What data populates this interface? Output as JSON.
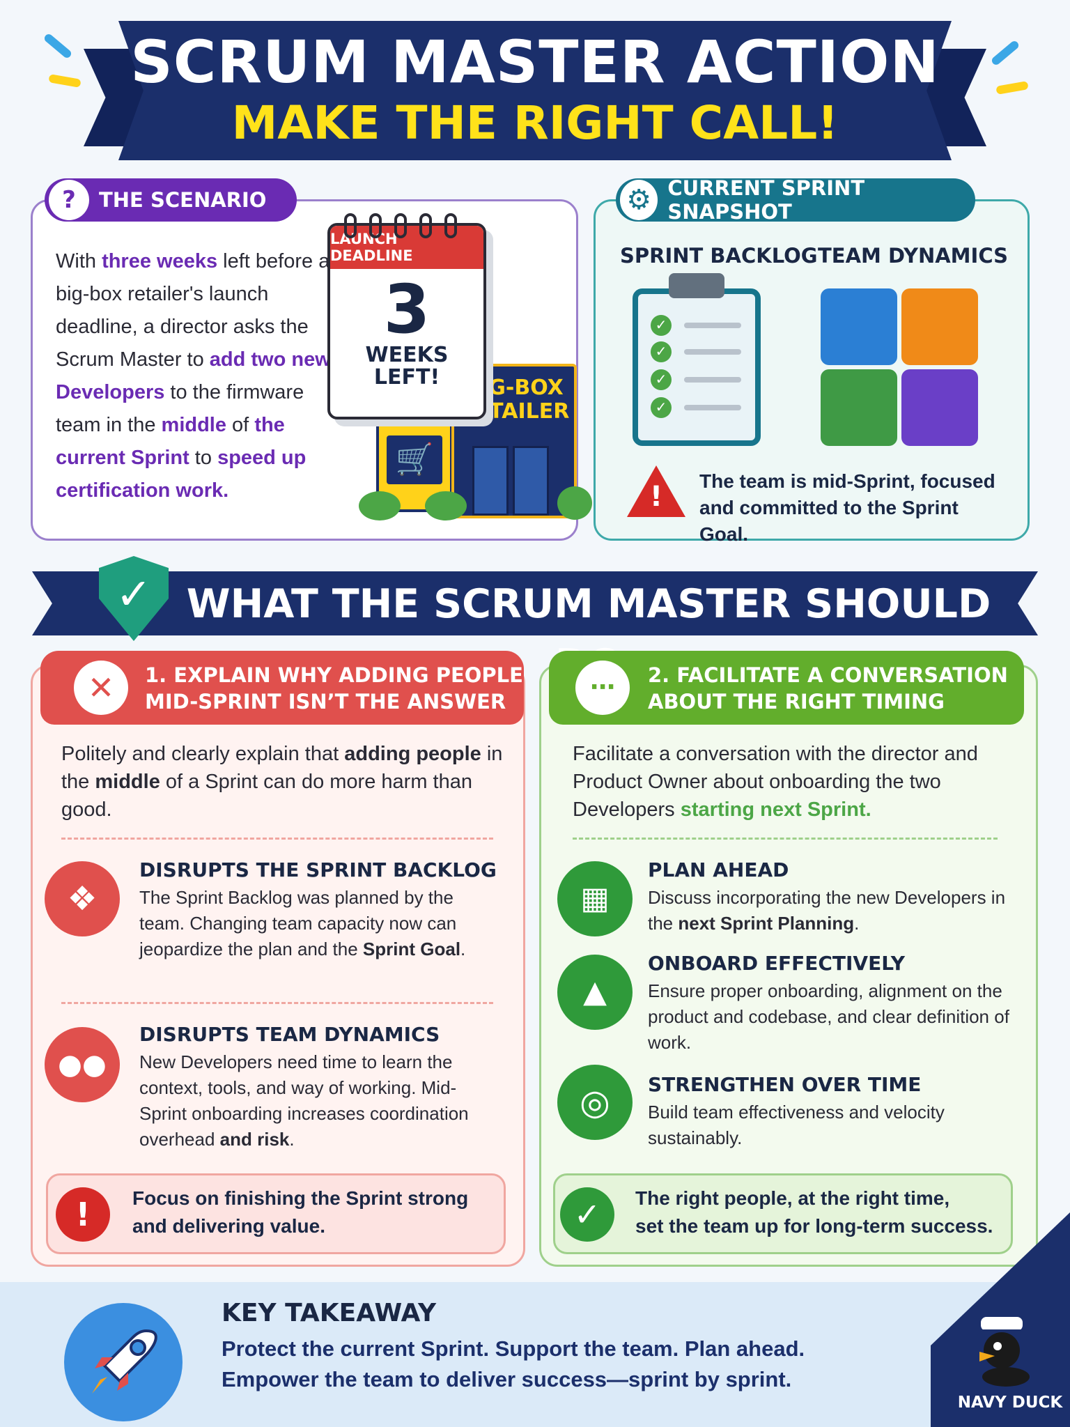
{
  "header": {
    "title": "SCRUM MASTER ACTION",
    "subtitle": "MAKE THE RIGHT CALL!"
  },
  "scenario": {
    "label": "THE SCENARIO",
    "icon": "question-icon",
    "text_parts": [
      {
        "t": "With ",
        "h": false
      },
      {
        "t": "three weeks",
        "h": true
      },
      {
        "t": " left before a big-box retailer's launch deadline, a director asks the Scrum Master to ",
        "h": false
      },
      {
        "t": "add two new Developers",
        "h": true
      },
      {
        "t": " to the firmware team in the ",
        "h": false
      },
      {
        "t": "middle",
        "h": true
      },
      {
        "t": " of ",
        "h": false
      },
      {
        "t": "the current Sprint",
        "h": true
      },
      {
        "t": " to ",
        "h": false
      },
      {
        "t": "speed up certification work.",
        "h": true
      }
    ],
    "calendar": {
      "header": "LAUNCH DEADLINE",
      "number": "3",
      "weeks": "WEEKS",
      "left": "LEFT!"
    },
    "store": {
      "line1": "BIG-BOX",
      "line2": "RETAILER"
    }
  },
  "snapshot": {
    "label": "CURRENT SPRINT SNAPSHOT",
    "icon": "gear-icon",
    "backlog_label": "SPRINT BACKLOG",
    "dynamics_label": "TEAM DYNAMICS",
    "warning_line1": "The team is mid-Sprint, focused",
    "warning_line2": "and committed to the Sprint Goal."
  },
  "section": {
    "title": "WHAT THE SCRUM MASTER SHOULD DO"
  },
  "option1": {
    "title_line1": "1. EXPLAIN WHY ADDING PEOPLE",
    "title_line2": "MID-SPRINT ISN’T THE ANSWER",
    "intro_a": "Politely and clearly explain that ",
    "intro_b": "adding people",
    "intro_c": " in the ",
    "intro_d": "middle",
    "intro_e": " of a Sprint can do more harm than good.",
    "items": [
      {
        "title": "DISRUPTS THE SPRINT BACKLOG",
        "body_a": "The Sprint Backlog was planned by the team. Changing team capacity now can jeopardize the plan and the ",
        "body_b": "Sprint Goal",
        "body_c": ".",
        "icon": "puzzle-icon"
      },
      {
        "title": "DISRUPTS TEAM DYNAMICS",
        "body_a": "New Developers need time to learn the context, tools, and way of working. Mid-Sprint onboarding increases coordination overhead ",
        "body_b": "and risk",
        "body_c": ".",
        "icon": "people-icon"
      }
    ],
    "callout_line1": "Focus on finishing the Sprint strong",
    "callout_line2": "and delivering value."
  },
  "option2": {
    "title_line1": "2. FACILITATE A CONVERSATION",
    "title_line2": "ABOUT THE RIGHT TIMING",
    "intro_a": "Facilitate a conversation with the director and Product Owner about onboarding the two Developers ",
    "intro_b": "starting next Sprint.",
    "items": [
      {
        "title": "PLAN AHEAD",
        "body_a": "Discuss incorporating the new Developers in the ",
        "body_b": "next Sprint Planning",
        "body_c": ".",
        "icon": "calendar-icon"
      },
      {
        "title": "ONBOARD EFFECTIVELY",
        "body_a": "Ensure proper onboarding, alignment on the product and codebase, and clear definition of work.",
        "body_b": "",
        "body_c": "",
        "icon": "graduation-cap-icon"
      },
      {
        "title": "STRENGTHEN OVER TIME",
        "body_a": "Build team effectiveness and velocity sustainably.",
        "body_b": "",
        "body_c": "",
        "icon": "target-icon"
      }
    ],
    "callout_line1": "The right people, at the right time,",
    "callout_line2": "set the team up for long-term success."
  },
  "footer": {
    "title": "KEY TAKEAWAY",
    "line1": "Protect the current Sprint. Support the team. Plan ahead.",
    "line2": "Empower the team to deliver success—sprint by sprint.",
    "brand": "NAVY DUCK"
  },
  "colors": {
    "navy": "#1b2f6b",
    "yellow": "#ffe21a",
    "purple": "#6a2bb3",
    "teal": "#17758c",
    "red": "#e0504d",
    "green": "#4ca646"
  }
}
